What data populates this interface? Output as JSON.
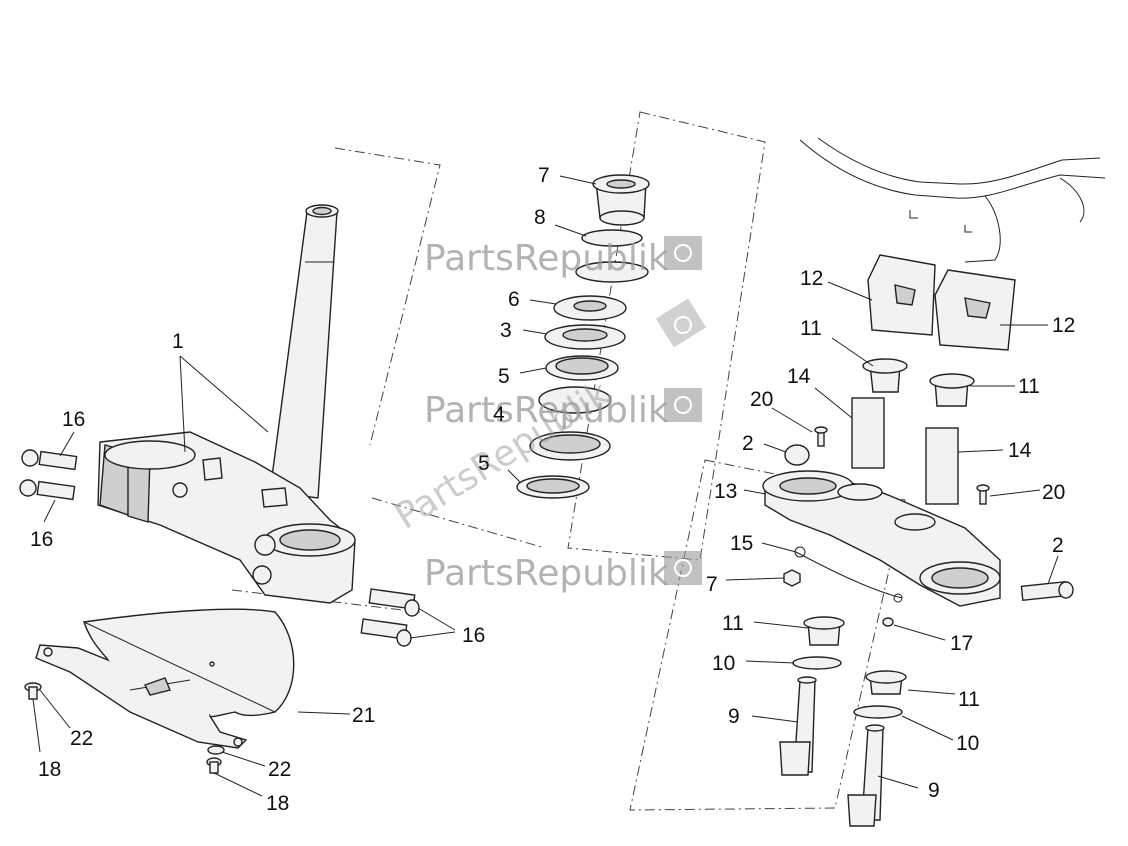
{
  "watermark": {
    "text": "PartsRepublik"
  },
  "callouts": {
    "c1": "1",
    "c2a": "2",
    "c2b": "2",
    "c3": "3",
    "c4": "4",
    "c5a": "5",
    "c5b": "5",
    "c6": "6",
    "c7a": "7",
    "c7b": "7",
    "c8": "8",
    "c9a": "9",
    "c9b": "9",
    "c10a": "10",
    "c10b": "10",
    "c11a": "11",
    "c11b": "11",
    "c11c": "11",
    "c11d": "11",
    "c12a": "12",
    "c12b": "12",
    "c13": "13",
    "c14a": "14",
    "c14b": "14",
    "c15": "15",
    "c16a": "16",
    "c16b": "16",
    "c16c": "16",
    "c17": "17",
    "c18a": "18",
    "c18b": "18",
    "c20a": "20",
    "c20b": "20",
    "c21": "21",
    "c22a": "22",
    "c22b": "22"
  }
}
